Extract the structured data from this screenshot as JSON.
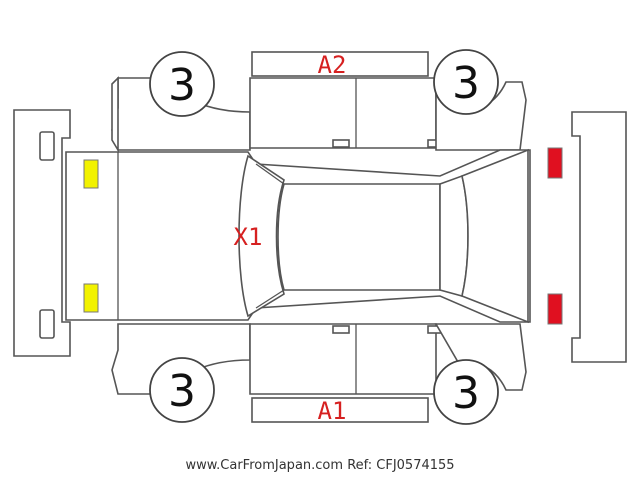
{
  "tires": {
    "front_left": "3",
    "front_right": "3",
    "rear_left": "3",
    "rear_right": "3"
  },
  "damage_codes": {
    "left_side": "A2",
    "right_side": "A1",
    "windshield": "X1"
  },
  "colors": {
    "headlight": "#f2f200",
    "taillight": "#e01020",
    "damage_text": "#d62020"
  },
  "footer": {
    "site": "www.CarFromJapan.com",
    "ref": "Ref: CFJ0574155"
  }
}
